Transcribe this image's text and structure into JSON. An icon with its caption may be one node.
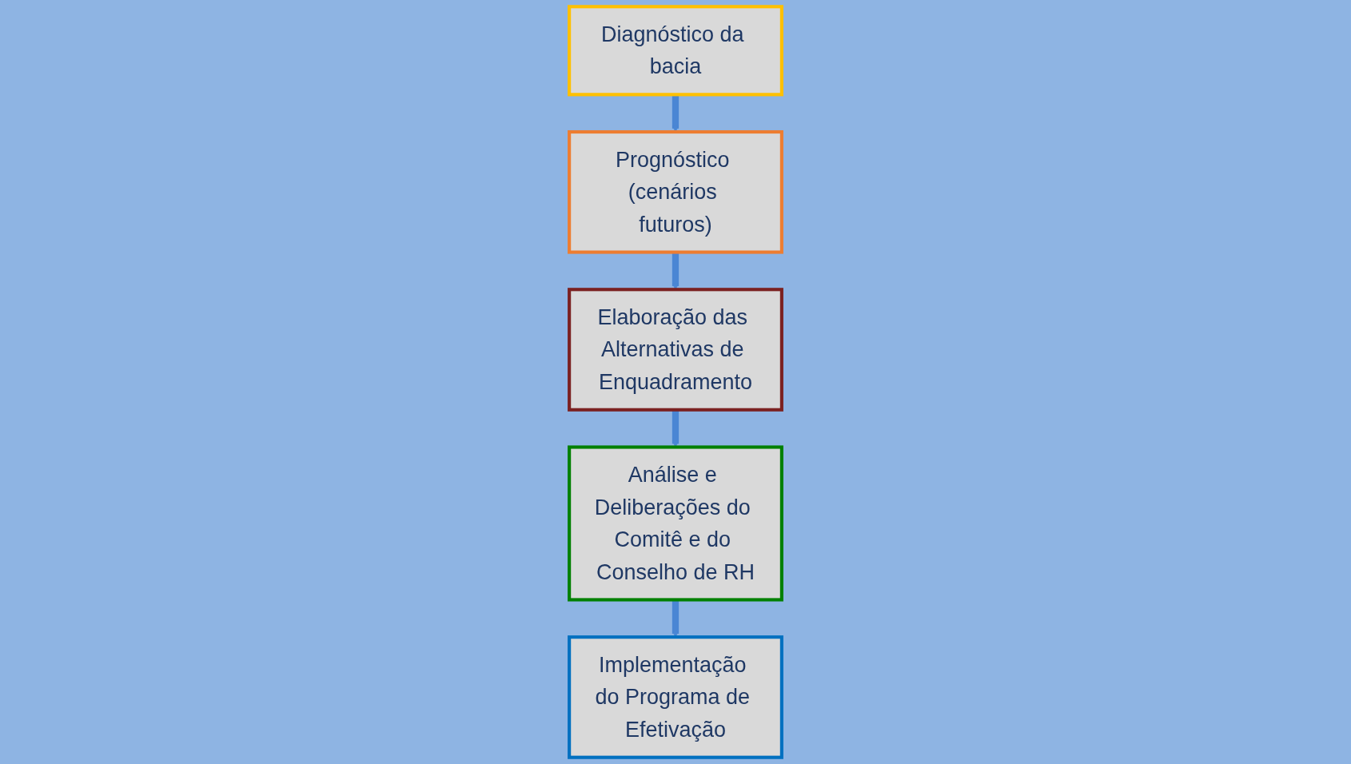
{
  "diagram": {
    "nodes": [
      {
        "text": [
          "Diagnóstico da bacia"
        ]
      },
      {
        "text": [
          "Prognóstico (cenários futuros)"
        ]
      },
      {
        "text": [
          "Elaboração das Alternativas de Enquadramento"
        ]
      },
      {
        "text": [
          "Análise e Deliberações do Comitê e do Conselho de RH"
        ]
      },
      {
        "text": [
          "Implementação do Programa de Efetivação"
        ]
      }
    ],
    "edges": [
      {
        "from": 0,
        "to": 1,
        "arrow": "to"
      },
      {
        "from": 1,
        "to": 2,
        "arrow": "to"
      },
      {
        "from": 2,
        "to": 3,
        "arrow": "to"
      },
      {
        "from": 3,
        "to": 4,
        "arrow": "to"
      }
    ]
  }
}
